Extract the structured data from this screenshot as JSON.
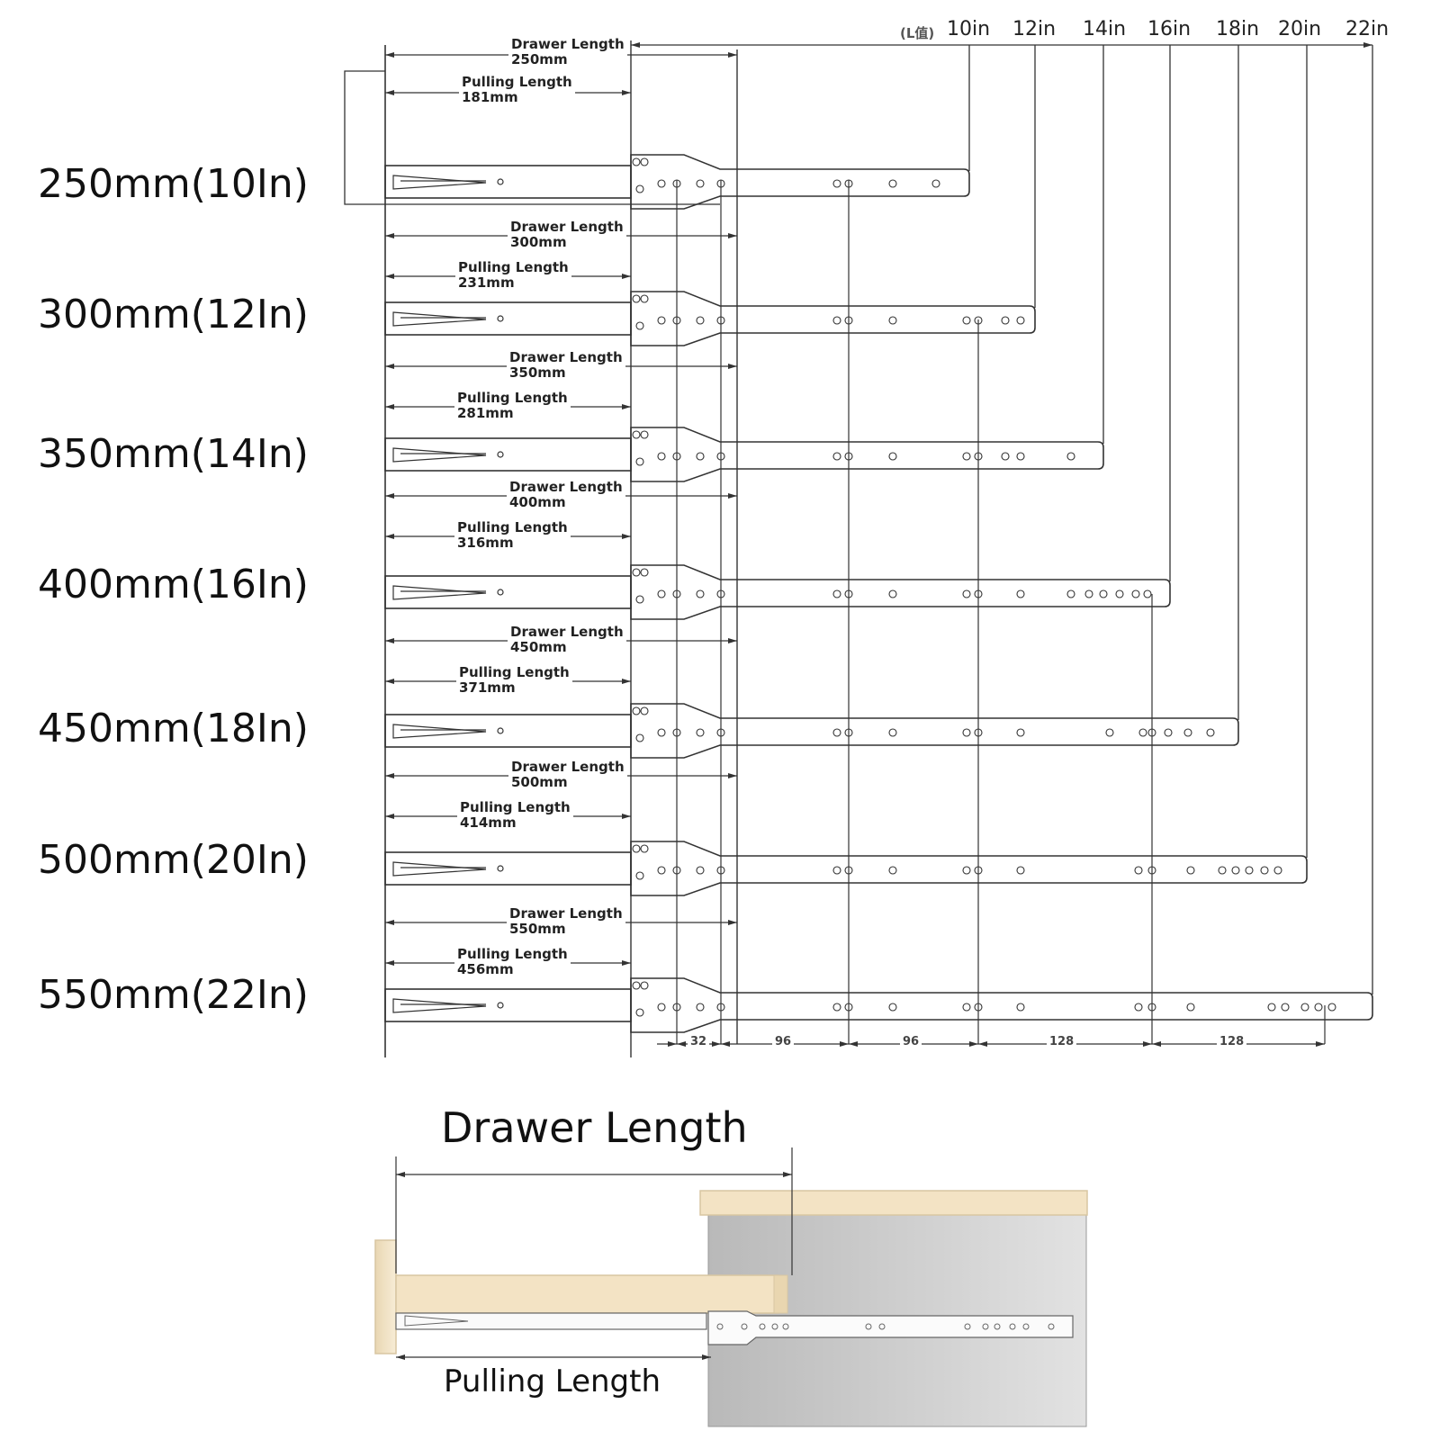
{
  "inch_header": {
    "l_value_label": "(L值)",
    "inches": [
      "10in",
      "12in",
      "14in",
      "16in",
      "18in",
      "20in",
      "22in"
    ]
  },
  "rows": [
    {
      "size_label": "250mm(10In)",
      "drawer_label": "Drawer Length",
      "drawer_value": "250mm",
      "pulling_label": "Pulling Length",
      "pulling_value": "181mm"
    },
    {
      "size_label": "300mm(12In)",
      "drawer_label": "Drawer Length",
      "drawer_value": "300mm",
      "pulling_label": "Pulling Length",
      "pulling_value": "231mm"
    },
    {
      "size_label": "350mm(14In)",
      "drawer_label": "Drawer Length",
      "drawer_value": "350mm",
      "pulling_label": "Pulling Length",
      "pulling_value": "281mm"
    },
    {
      "size_label": "400mm(16In)",
      "drawer_label": "Drawer Length",
      "drawer_value": "400mm",
      "pulling_label": "Pulling Length",
      "pulling_value": "316mm"
    },
    {
      "size_label": "450mm(18In)",
      "drawer_label": "Drawer Length",
      "drawer_value": "450mm",
      "pulling_label": "Pulling Length",
      "pulling_value": "371mm"
    },
    {
      "size_label": "500mm(20In)",
      "drawer_label": "Drawer Length",
      "drawer_value": "500mm",
      "pulling_label": "Pulling Length",
      "pulling_value": "414mm"
    },
    {
      "size_label": "550mm(22In)",
      "drawer_label": "Drawer Length",
      "drawer_value": "550mm",
      "pulling_label": "Pulling Length",
      "pulling_value": "456mm"
    }
  ],
  "hole_spacing": [
    "32",
    "96",
    "96",
    "128",
    "128"
  ],
  "illustration": {
    "drawer_length_label": "Drawer Length",
    "pulling_length_label": "Pulling Length"
  },
  "colors": {
    "line": "#333333",
    "wood": "#f3e3c4",
    "wood_edge": "#d8c6a2",
    "cabinet": "#c9c9c9"
  }
}
